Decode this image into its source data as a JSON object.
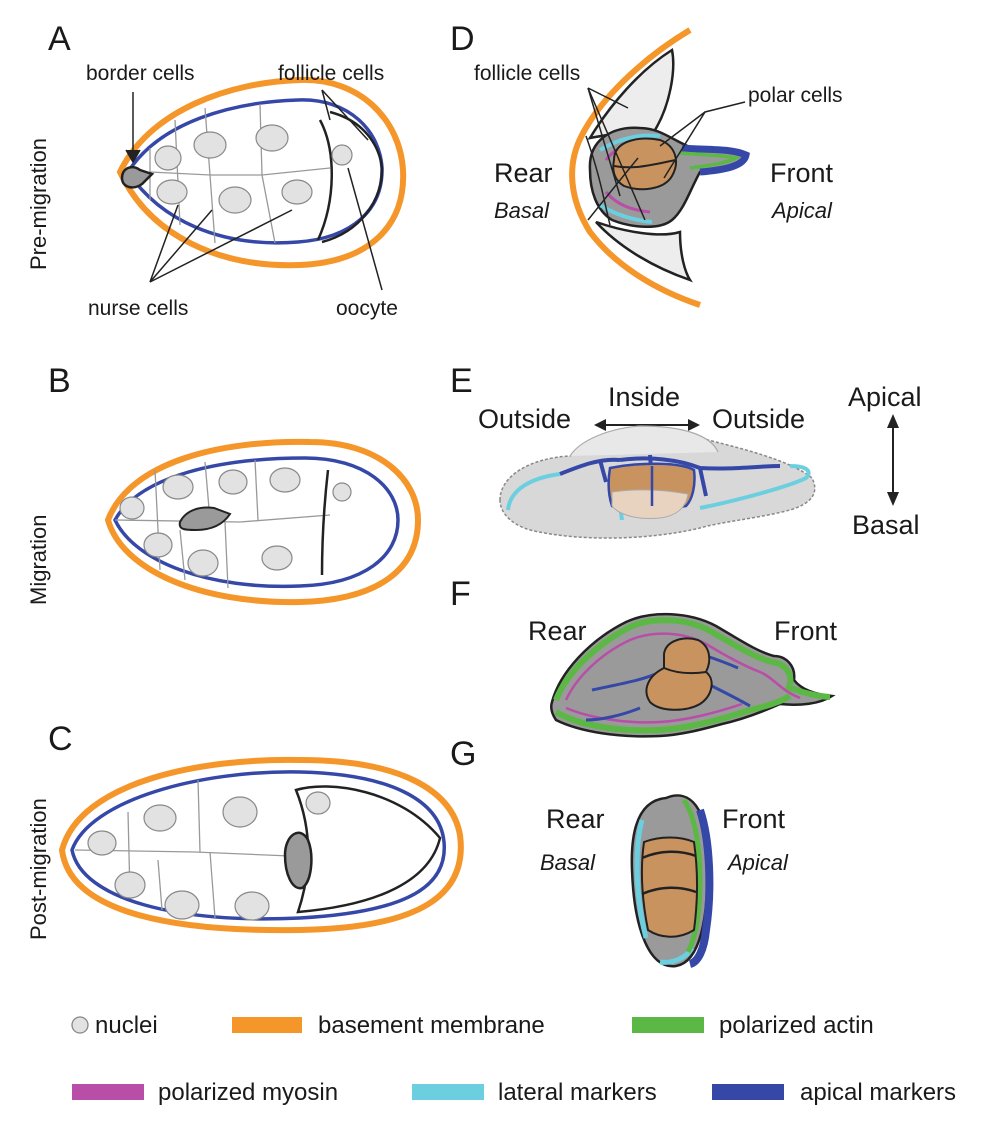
{
  "colors": {
    "basement_membrane": "#f5962a",
    "apical_markers": "#3548a8",
    "lateral_markers": "#6ccfe0",
    "polarized_actin": "#5cb845",
    "polarized_myosin": "#b84ea8",
    "nuclei": "#e2e2e2",
    "polar_cells": "#c9935f",
    "border_cell_cluster": "#9a9a9a"
  },
  "panels": {
    "A": {
      "letter": "A",
      "stage": "Pre-migration",
      "border_cells": "border cells",
      "follicle_cells": "follicle cells",
      "nurse_cells": "nurse cells",
      "oocyte": "oocyte"
    },
    "B": {
      "letter": "B",
      "stage": "Migration"
    },
    "C": {
      "letter": "C",
      "stage": "Post-migration"
    },
    "D": {
      "letter": "D",
      "follicle_cells": "follicle cells",
      "polar_cells": "polar cells",
      "rear": "Rear",
      "basal": "Basal",
      "front": "Front",
      "apical": "Apical"
    },
    "E": {
      "letter": "E",
      "outside_left": "Outside",
      "inside": "Inside",
      "outside_right": "Outside",
      "apical": "Apical",
      "basal": "Basal"
    },
    "F": {
      "letter": "F",
      "rear": "Rear",
      "front": "Front"
    },
    "G": {
      "letter": "G",
      "rear": "Rear",
      "basal": "Basal",
      "front": "Front",
      "apical": "Apical"
    }
  },
  "legend": [
    {
      "label": "nuclei",
      "icon": "nucleus-circle"
    },
    {
      "label": "basement membrane",
      "color": "#f5962a"
    },
    {
      "label": "polarized actin",
      "color": "#5cb845"
    },
    {
      "label": "polarized myosin",
      "color": "#b84ea8"
    },
    {
      "label": "lateral markers",
      "color": "#6ccfe0"
    },
    {
      "label": "apical markers",
      "color": "#3548a8"
    }
  ]
}
